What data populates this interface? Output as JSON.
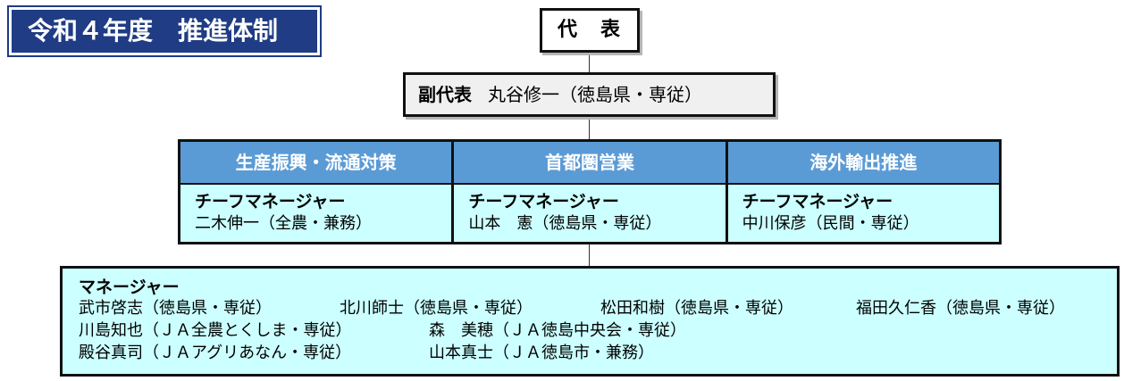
{
  "title": "令和４年度　推進体制",
  "representative": {
    "label": "代　表"
  },
  "vice": {
    "role": "副代表",
    "name": "丸谷修一（徳島県・専従）"
  },
  "divisions": [
    {
      "head": "生産振興・流通対策",
      "label": "チーフマネージャー",
      "name": "二木伸一（全農・兼務）"
    },
    {
      "head": "首都圏営業",
      "label": "チーフマネージャー",
      "name": "山本　憲（徳島県・専従）"
    },
    {
      "head": "海外輸出推進",
      "label": "チーフマネージャー",
      "name": "中川保彦（民間・専従）"
    }
  ],
  "managers": {
    "label": "マネージャー",
    "rows": [
      [
        "武市啓志（徳島県・専従）",
        "北川師士（徳島県・専従）",
        "松田和樹（徳島県・専従）",
        "福田久仁香（徳島県・専従）"
      ],
      [
        "川島知也（ＪＡ全農とくしま・専従）",
        "森　美穂（ＪＡ徳島中央会・専従）"
      ],
      [
        "殿谷真司（ＪＡアグリあなん・専従）",
        "山本真士（ＪＡ徳島市・兼務）"
      ]
    ]
  },
  "colors": {
    "title_bg": "#1f3c84",
    "division_head": "#5b9bd5",
    "cell_bg": "#ccffff",
    "vice_bg": "#f0f0f0"
  }
}
